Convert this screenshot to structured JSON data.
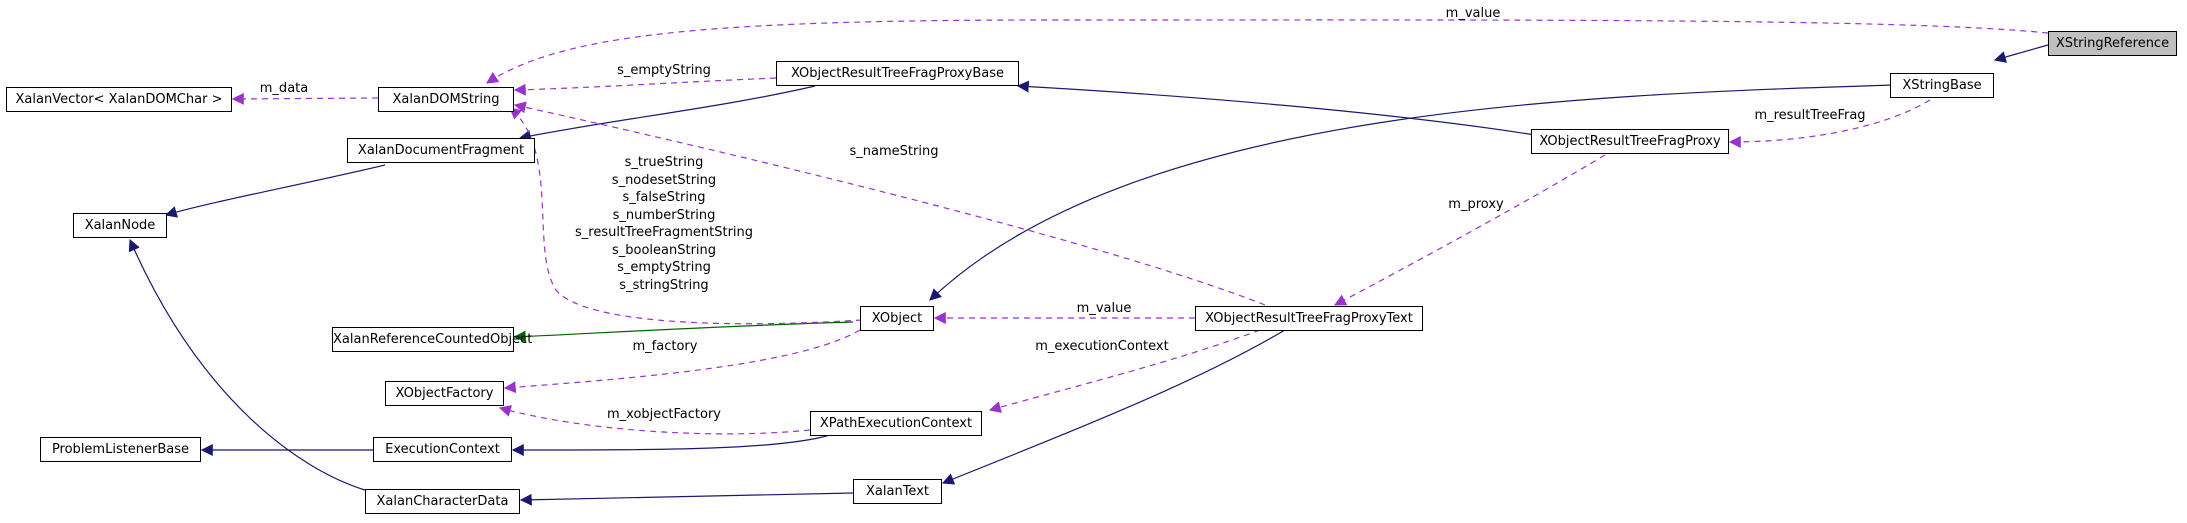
{
  "nodes": {
    "xstring_reference": "XStringReference",
    "xstring_base": "XStringBase",
    "xobject_result_tree_frag_proxy": "XObjectResultTreeFragProxy",
    "xobject_result_tree_frag_proxy_base": "XObjectResultTreeFragProxyBase",
    "xalan_dom_string": "XalanDOMString",
    "xalan_vector": "XalanVector< XalanDOMChar >",
    "xalan_document_fragment": "XalanDocumentFragment",
    "xalan_node": "XalanNode",
    "xalan_reference_counted_object": "XalanReferenceCountedObject",
    "xobject": "XObject",
    "xobject_result_tree_frag_proxy_text": "XObjectResultTreeFragProxyText",
    "xobject_factory": "XObjectFactory",
    "xpath_execution_context": "XPathExecutionContext",
    "problem_listener_base": "ProblemListenerBase",
    "execution_context": "ExecutionContext",
    "xalan_character_data": "XalanCharacterData",
    "xalan_text": "XalanText"
  },
  "edge_labels": {
    "m_value_top": "m_value",
    "s_empty_string": "s_emptyString",
    "m_data": "m_data",
    "m_result_tree_frag": "m_resultTreeFrag",
    "s_name_string": "s_nameString",
    "m_proxy": "m_proxy",
    "xobject_strings": [
      "s_trueString",
      "s_nodesetString",
      "s_falseString",
      "s_numberString",
      "s_resultTreeFragmentString",
      "s_booleanString",
      "s_emptyString",
      "s_stringString"
    ],
    "m_value_mid": "m_value",
    "m_factory": "m_factory",
    "m_execution_context": "m_executionContext",
    "m_xobject_factory": "m_xobjectFactory"
  },
  "colors": {
    "inheritance": "#191970",
    "usage": "#9a32cd",
    "protected_inheritance": "#006400",
    "highlight_fill": "#bfbfbf"
  }
}
